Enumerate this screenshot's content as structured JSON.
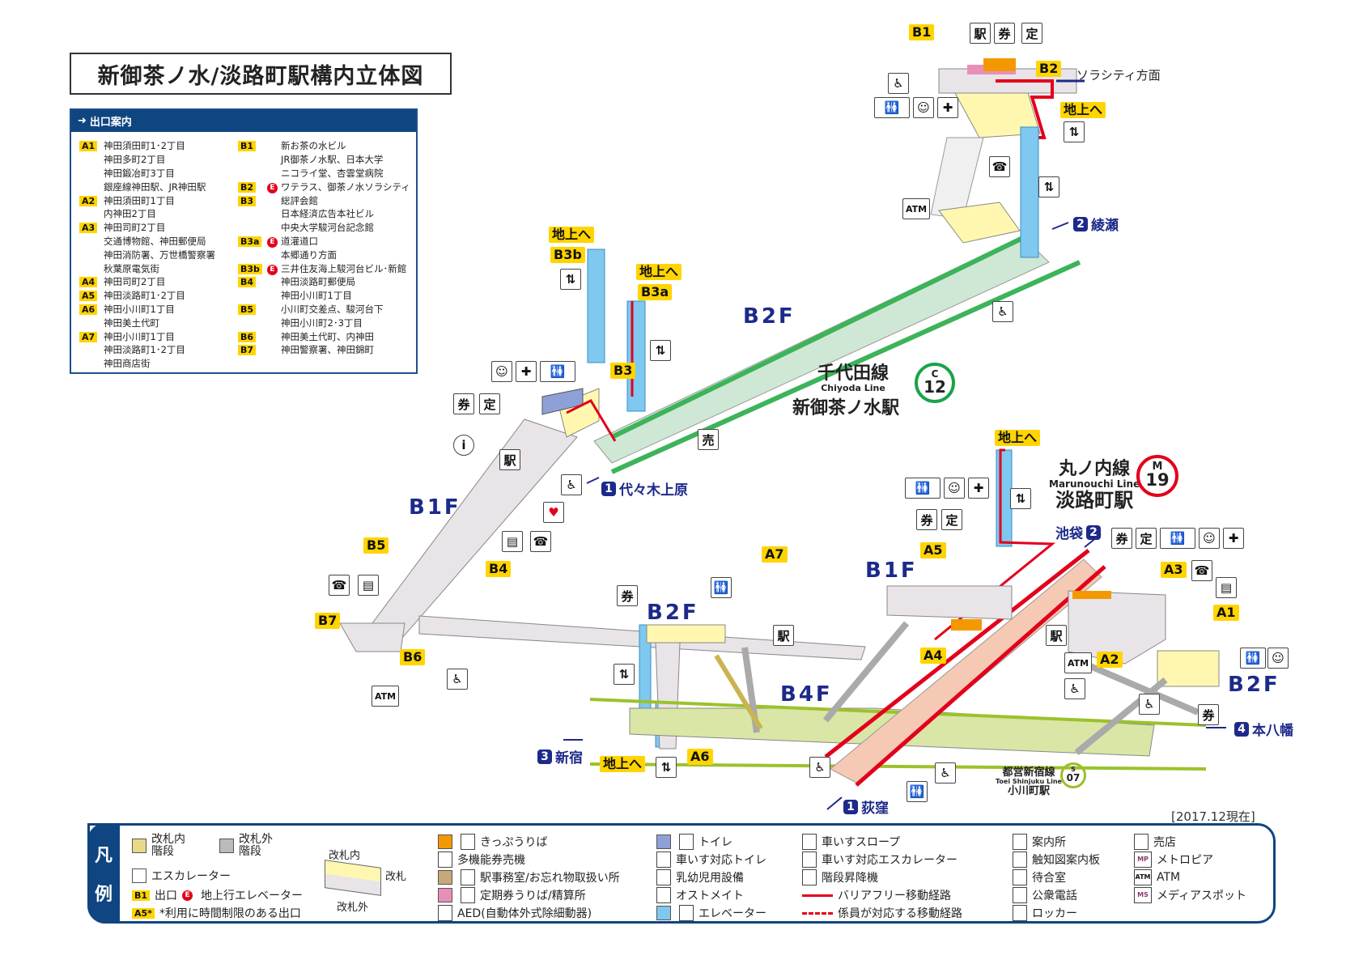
{
  "title": "新御茶ノ水/淡路町駅構内立体図",
  "exit_guide": {
    "heading": "出口案内",
    "left": [
      {
        "tag": "A1",
        "lines": [
          "神田須田町1･2丁目",
          "神田多町2丁目",
          "神田鍛冶町3丁目",
          "銀座線神田駅、JR神田駅"
        ]
      },
      {
        "tag": "A2",
        "lines": [
          "神田須田町1丁目",
          "内神田2丁目"
        ]
      },
      {
        "tag": "A3",
        "lines": [
          "神田司町2丁目",
          "交通博物館、神田郵便局",
          "神田消防署、万世橋警察署",
          "秋葉原電気街"
        ]
      },
      {
        "tag": "A4",
        "lines": [
          "神田司町2丁目"
        ]
      },
      {
        "tag": "A5",
        "lines": [
          "神田淡路町1･2丁目"
        ]
      },
      {
        "tag": "A6",
        "lines": [
          "神田小川町1丁目",
          "神田美土代町"
        ]
      },
      {
        "tag": "A7",
        "lines": [
          "神田小川町1丁目",
          "神田淡路町1･2丁目",
          "神田商店街"
        ]
      }
    ],
    "right": [
      {
        "tag": "B1",
        "lines": [
          "新お茶の水ビル",
          "JR御茶ノ水駅、日本大学",
          "ニコライ堂、杏雲堂病院"
        ]
      },
      {
        "tag": "B2",
        "e": "E",
        "lines": [
          "ワテラス、御茶ノ水ソラシティ"
        ]
      },
      {
        "tag": "B3",
        "lines": [
          "総評会館",
          "日本経済広告本社ビル",
          "中央大学駿河台記念館"
        ]
      },
      {
        "tag": "B3a",
        "e": "E",
        "lines": [
          "道灌道口",
          "本郷通り方面"
        ]
      },
      {
        "tag": "B3b",
        "e": "E",
        "lines": [
          "三井住友海上駿河台ビル･新館"
        ]
      },
      {
        "tag": "B4",
        "lines": [
          "神田淡路町郵便局",
          "神田小川町1丁目"
        ]
      },
      {
        "tag": "B5",
        "lines": [
          "小川町交差点、駿河台下",
          "神田小川町2･3丁目"
        ]
      },
      {
        "tag": "B6",
        "lines": [
          "神田美土代町、内神田"
        ]
      },
      {
        "tag": "B7",
        "lines": [
          "神田警察署、神田錦町"
        ]
      }
    ]
  },
  "map": {
    "exits": {
      "B1": "B1",
      "B2": "B2",
      "B3": "B3",
      "B3a": "B3a",
      "B3b": "B3b",
      "B4": "B4",
      "B5": "B5",
      "B6": "B6",
      "B7": "B7",
      "A1": "A1",
      "A2": "A2",
      "A3": "A3",
      "A4": "A4",
      "A5": "A5",
      "A6": "A6",
      "A7": "A7"
    },
    "to_surface": "地上へ",
    "floors": {
      "b1f": "B1F",
      "b2f": "B2F",
      "b4f": "B4F"
    },
    "chiyoda": {
      "name": "千代田線",
      "en": "Chiyoda Line",
      "station": "新御茶ノ水駅",
      "code_letter": "C",
      "code_num": "12",
      "color": "#1aa34a"
    },
    "marunouchi": {
      "name": "丸ノ内線",
      "en": "Marunouchi Line",
      "station": "淡路町駅",
      "code_letter": "M",
      "code_num": "19",
      "color": "#e3001b"
    },
    "toei": {
      "name": "都営新宿線",
      "en": "Toei Shinjuku Line",
      "station": "小川町駅",
      "code_letter": "S",
      "code_num": "07",
      "color": "#9bbe2b"
    },
    "directions": {
      "solacity": "ソラシティ方面",
      "ayase": {
        "num": "2",
        "label": "綾瀬"
      },
      "yoyogi": {
        "num": "1",
        "label": "代々木上原"
      },
      "ikebukuro": {
        "num": "2",
        "label": "池袋"
      },
      "motoyawata": {
        "num": "4",
        "label": "本八幡"
      },
      "shinjuku": {
        "num": "3",
        "label": "新宿"
      },
      "ogikubo": {
        "num": "1",
        "label": "荻窪"
      }
    },
    "icon_text": {
      "atm": "ATM",
      "info": "i",
      "phone": "☎",
      "elevator": "⇅",
      "wheel": "♿",
      "toilet": "🚻",
      "locker": "▤",
      "ticket": "券",
      "teiki": "定",
      "baby": "☺",
      "ostomate": "✚",
      "office": "駅",
      "shop": "売",
      "aed": "♥"
    }
  },
  "as_of": "[2017.12現在]",
  "legend": {
    "tab": [
      "凡",
      "例"
    ],
    "inside_stairs": "改札内\n階段",
    "outside_stairs": "改札外\n階段",
    "escalator": "エスカレーター",
    "exit_tag": "B1",
    "exit_label": "出口",
    "elev_up": "地上行エレベーター",
    "limited_tag": "A5*",
    "limited_label": "*利用に時間制限のある出口",
    "gate_inside": "改札内",
    "gate": "改札",
    "gate_outside": "改札外",
    "items": [
      "きっぷうりば",
      "多機能券売機",
      "駅事務室/お忘れ物取扱い所",
      "定期券うりば/精算所",
      "AED(自動体外式除細動器)",
      "トイレ",
      "車いす対応トイレ",
      "乳幼児用設備",
      "オストメイト",
      "エレベーター",
      "車いすスロープ",
      "車いす対応エスカレーター",
      "階段昇降機",
      "バリアフリー移動経路",
      "係員が対応する移動経路",
      "案内所",
      "触知図案内板",
      "待合室",
      "公衆電話",
      "ロッカー",
      "売店",
      "メトロピア",
      "ATM",
      "メディアスポット"
    ],
    "icon_text": [
      "MP",
      "ATM",
      "MS"
    ]
  }
}
